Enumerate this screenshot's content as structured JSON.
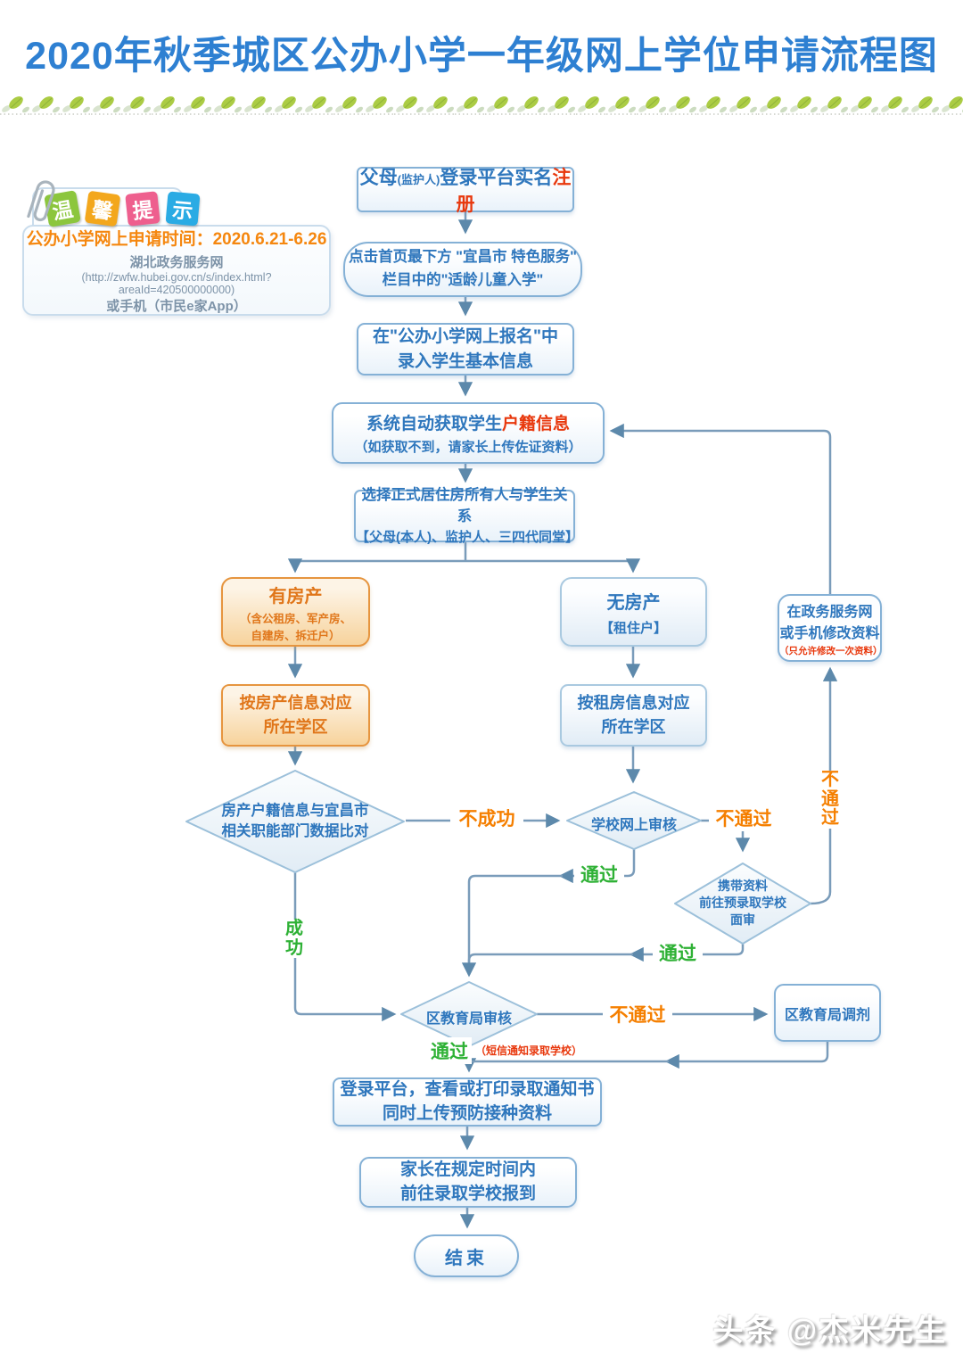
{
  "title": "2020年秋季城区公办小学一年级网上学位申请流程图",
  "tip": {
    "tab_chars": [
      "温",
      "馨",
      "提",
      "示"
    ],
    "apply_time": "公办小学网上申请时间：2020.6.21-6.26",
    "site_name": "湖北政务服务网",
    "site_url": "(http://zwfw.hubei.gov.cn/s/index.html?areaId=420500000000)",
    "alt_channel": "或手机（市民e家App）"
  },
  "nodes": {
    "register": {
      "pre": "父母",
      "small": "(监护人)",
      "mid": "登录平台实名",
      "highlight": "注册"
    },
    "click_service": {
      "line1": "点击首页最下方 \"宜昌市 特色服务\"",
      "line2": "栏目中的\"适龄儿童入学\""
    },
    "enter_info": {
      "line1": "在\"公办小学网上报名\"中",
      "line2": "录入学生基本信息"
    },
    "fetch_hukou": {
      "pre": "系统自动获取学生",
      "highlight": "户籍信息",
      "line2": "（如获取不到，请家长上传佐证资料）"
    },
    "choose_relation": {
      "line1": "选择正式居住房所有人与学生关系",
      "line2": "【父母(本人)、监护人、三四代同堂】"
    },
    "has_property": {
      "title": "有房产",
      "sub1": "（含公租房、军产房、",
      "sub2": "自建房、拆迁户）"
    },
    "no_property": {
      "title": "无房产",
      "sub": "【租住户】"
    },
    "modify_info": {
      "line1": "在政务服务网",
      "line2": "或手机修改资料",
      "note": "（只允许修改一次资料）"
    },
    "property_district": {
      "line1": "按房产信息对应",
      "line2": "所在学区"
    },
    "rent_district": {
      "line1": "按租房信息对应",
      "line2": "所在学区"
    },
    "compare_decision": {
      "line1": "房产户籍信息与宜昌市",
      "line2": "相关职能部门数据比对"
    },
    "school_review": {
      "line1": "学校网上审核"
    },
    "onsite_review": {
      "line1": "携带资料",
      "line2": "前往预录取学校",
      "line3": "面审"
    },
    "bureau_review": {
      "line1": "区教育局审核"
    },
    "bureau_adjust": {
      "line1": "区教育局调剂"
    },
    "admission": {
      "line1": "登录平台，查看或打印录取通知书",
      "line2": "同时上传预防接种资料"
    },
    "report": {
      "line1": "家长在规定时间内",
      "line2": "前往录取学校报到"
    },
    "end": {
      "line1": "结束"
    }
  },
  "edge_labels": {
    "compare_fail": "不成功",
    "compare_success": "成功",
    "school_fail": "不通过",
    "school_pass": "通过",
    "onsite_fail": "不通过",
    "onsite_pass": "通过",
    "bureau_fail": "不通过",
    "bureau_pass": "通过",
    "bureau_pass_note": "（短信通知录取学校）"
  },
  "watermark": "头条 @杰米先生",
  "colors": {
    "title_blue": "#2e80d2",
    "node_blue": "#2f77bd",
    "highlight_red": "#e8380d",
    "label_orange": "#f57f00",
    "label_green": "#2eb135",
    "orange_node": "#e0761a",
    "line": "#7a9cba",
    "tile_green": "#8cc63e",
    "tile_orange": "#f3a71c",
    "tile_pink": "#ee5f8e",
    "tile_blue": "#2aabe4"
  }
}
